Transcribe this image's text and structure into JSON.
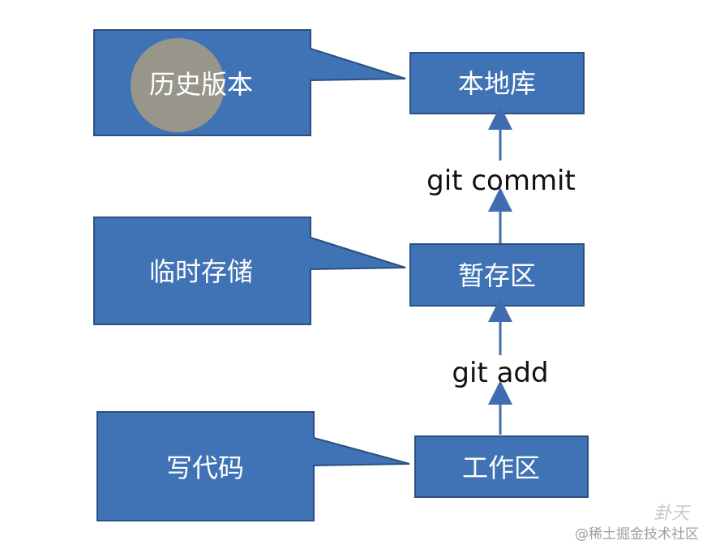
{
  "callouts": [
    {
      "id": "history",
      "label": "历史版本"
    },
    {
      "id": "temp",
      "label": "临时存储"
    },
    {
      "id": "write",
      "label": "写代码"
    }
  ],
  "stages": [
    {
      "id": "local-repo",
      "label": "本地库"
    },
    {
      "id": "staging",
      "label": "暂存区"
    },
    {
      "id": "workspace",
      "label": "工作区"
    }
  ],
  "commands": {
    "commit": "git commit",
    "add": "git add"
  },
  "watermark": "@稀土掘金技术社区",
  "signature": "卦天",
  "colors": {
    "box_fill": "#3f73b5",
    "box_stroke": "#2a4f80",
    "arrow": "#3f6db0",
    "highlight": "#a89c84"
  }
}
